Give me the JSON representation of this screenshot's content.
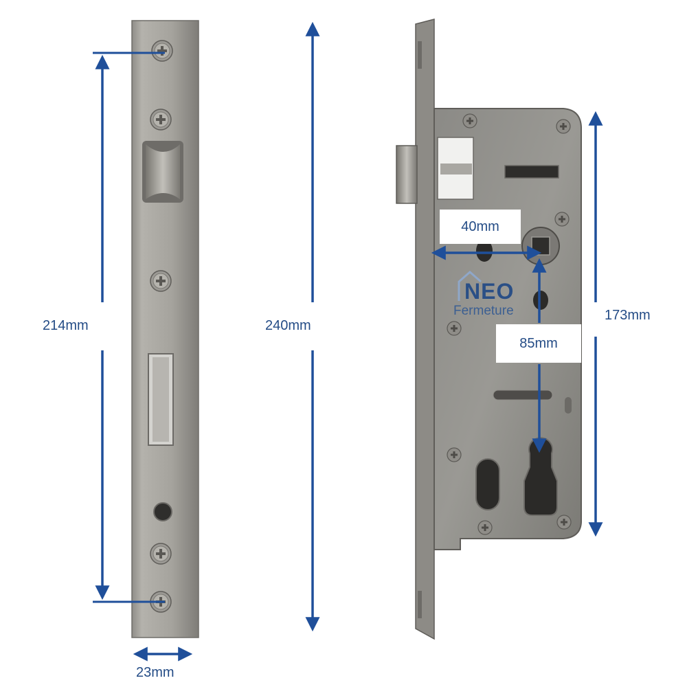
{
  "colors": {
    "dimension": "#1f4f9a",
    "dimension_text": "#244c86",
    "metal_light": "#aaa8a2",
    "metal_dark": "#76746f",
    "background": "#ffffff"
  },
  "dimensions": {
    "height_screws": "214mm",
    "faceplate_length": "240mm",
    "faceplate_width": "23mm",
    "backset": "40mm",
    "center_distance": "85mm",
    "case_height": "173mm"
  },
  "brand": {
    "name": "NEO",
    "tagline": "Fermeture",
    "icon": "house-icon"
  }
}
